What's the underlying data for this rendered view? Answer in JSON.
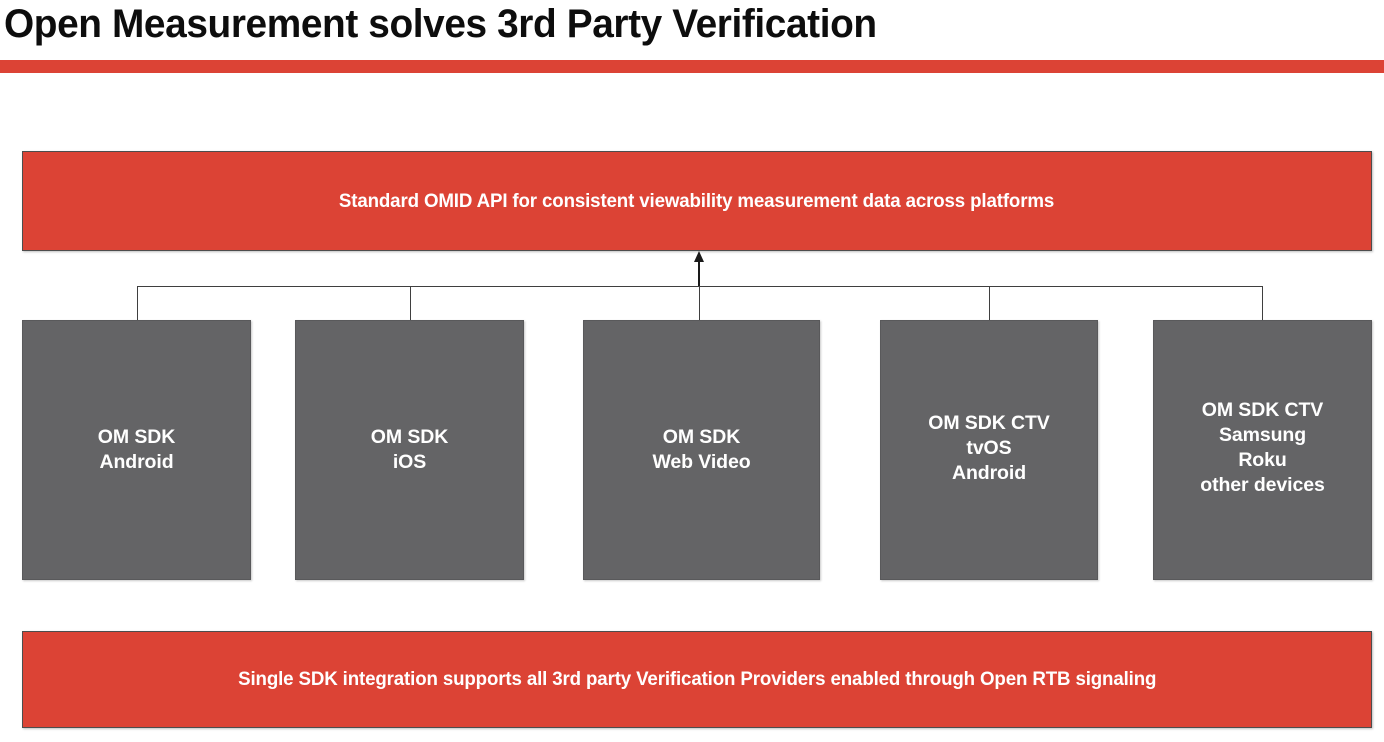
{
  "slide": {
    "title": "Open Measurement solves 3rd Party Verification",
    "accent_color": "#dc4335",
    "box_color": "#646466",
    "text_color": "#ffffff",
    "title_color": "#0d0d0d"
  },
  "banners": {
    "top": {
      "text": "Standard OMID API for consistent viewability measurement data across platforms"
    },
    "bottom": {
      "text": "Single SDK integration supports all 3rd party Verification Providers enabled through Open RTB signaling"
    }
  },
  "sdk_boxes": [
    {
      "label": "OM SDK\nAndroid"
    },
    {
      "label": "OM SDK\niOS"
    },
    {
      "label": "OM SDK\nWeb Video"
    },
    {
      "label": "OM SDK CTV\ntvOS\nAndroid"
    },
    {
      "label": "OM SDK CTV\nSamsung\nRoku\nother devices"
    }
  ]
}
